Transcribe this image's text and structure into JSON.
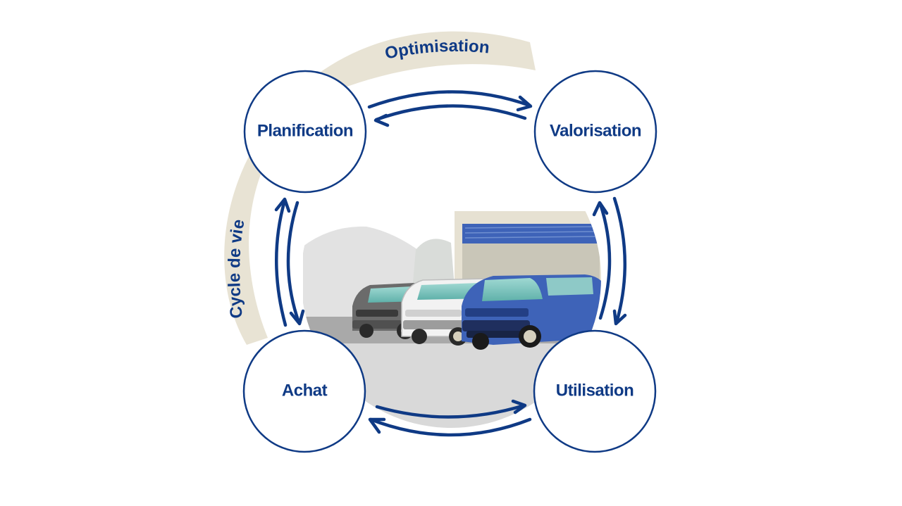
{
  "bands": {
    "top_label": "Optimisation",
    "left_label": "Cycle de vie"
  },
  "nodes": {
    "planning": "Planification",
    "valorisation": "Valorisation",
    "purchase": "Achat",
    "utilisation": "Utilisation"
  },
  "colors": {
    "primary": "#0f3a85",
    "band": "#e8e3d4",
    "van_blue": "#3e63b8"
  }
}
